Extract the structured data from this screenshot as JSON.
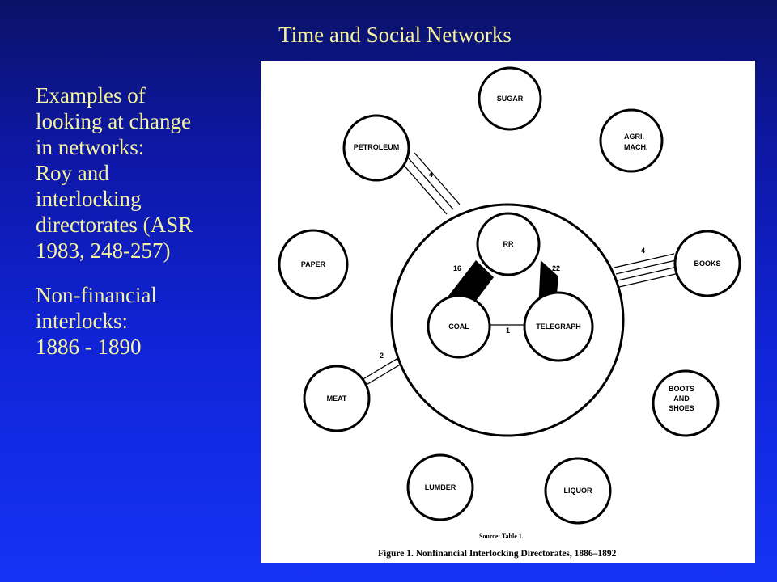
{
  "slide": {
    "title": "Time and Social Networks",
    "text_block_1": "Examples of\nlooking at change\nin networks:\nRoy and\ninterlocking\ndirectorates (ASR\n1983, 248-257)",
    "text_block_2": "Non-financial\ninterlocks:\n1886 - 1890"
  },
  "figure": {
    "nodes": {
      "sugar": "SUGAR",
      "agri_1": "AGRI.",
      "agri_2": "MACH.",
      "petroleum": "PETROLEUM",
      "paper": "PAPER",
      "books": "BOOKS",
      "rr": "RR",
      "coal": "COAL",
      "telegraph": "TELEGRAPH",
      "meat": "MEAT",
      "boots_1": "BOOTS",
      "boots_2": "AND",
      "boots_3": "SHOES",
      "lumber": "LUMBER",
      "liquor": "LIQUOR"
    },
    "edges": {
      "petroleum": "4",
      "books": "4",
      "meat": "2",
      "rr_coal": "16",
      "rr_telegraph": "22",
      "coal_telegraph": "1"
    },
    "source": "Source: Table 1.",
    "caption": "Figure 1.  Nonfinancial Interlocking Directorates, 1886–1892"
  }
}
